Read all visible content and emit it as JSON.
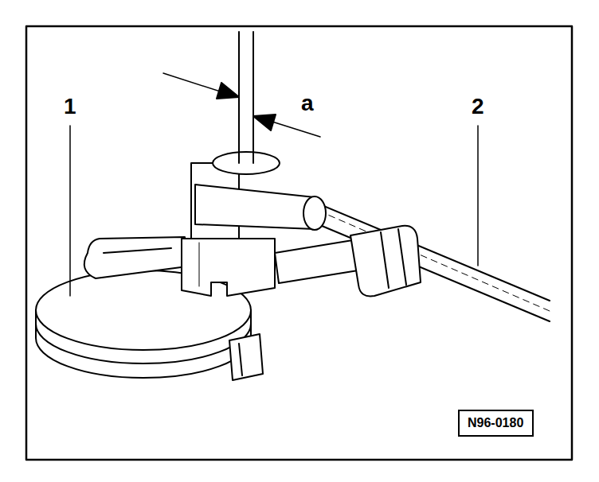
{
  "diagram": {
    "nodes": [
      {
        "text": [
          "N96-0180"
        ]
      }
    ],
    "labels": [
      "1",
      "2",
      "a"
    ]
  }
}
